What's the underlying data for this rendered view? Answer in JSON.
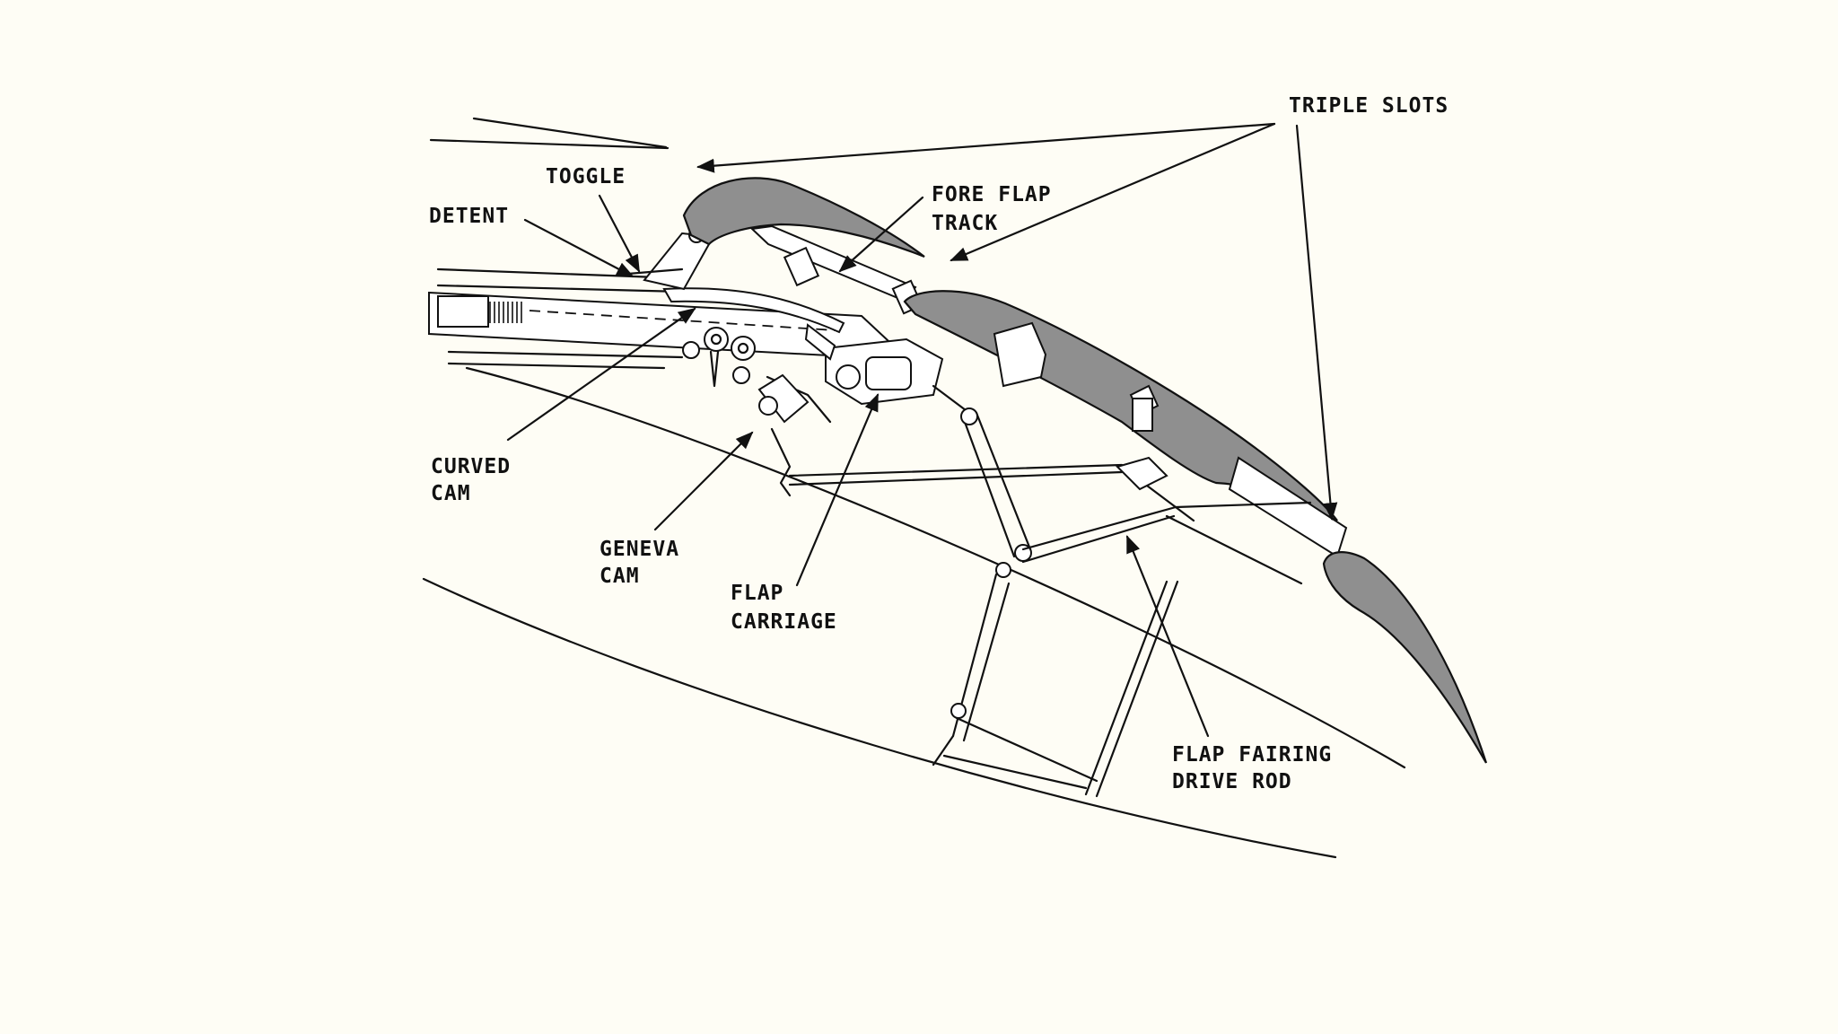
{
  "diagram": {
    "labels": {
      "triple_slots": "TRIPLE SLOTS",
      "toggle": "TOGGLE",
      "detent": "DETENT",
      "fore_flap_track_1": "FORE FLAP",
      "fore_flap_track_2": "TRACK",
      "curved_cam_1": "CURVED",
      "curved_cam_2": "CAM",
      "geneva_cam_1": "GENEVA",
      "geneva_cam_2": "CAM",
      "flap_carriage_1": "FLAP",
      "flap_carriage_2": "CARRIAGE",
      "flap_fairing_1": "FLAP FAIRING",
      "flap_fairing_2": "DRIVE ROD"
    },
    "colors": {
      "background": "#fefdf5",
      "ink": "#111111",
      "flap_fill": "#8f8f8f"
    }
  }
}
